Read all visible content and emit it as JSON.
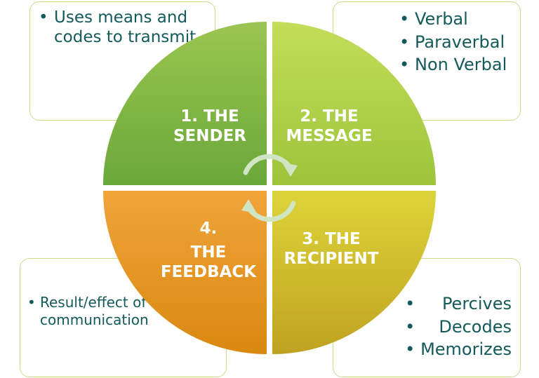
{
  "quadrants": {
    "sender": {
      "label_lines": [
        "1. THE",
        "SENDER"
      ],
      "color_top": "#9bc550",
      "color_bottom": "#6aa83a"
    },
    "message": {
      "label_lines": [
        "2. THE",
        "MESSAGE"
      ],
      "color_top": "#c4dd5a",
      "color_bottom": "#9cc43c"
    },
    "recipient": {
      "label_lines": [
        "3. THE",
        "RECIPIENT"
      ],
      "color_top": "#ddd43a",
      "color_bottom": "#c0a220"
    },
    "feedback": {
      "label_number": "4.",
      "label_lines": [
        "THE",
        "FEEDBACK"
      ],
      "color_top": "#f0a43a",
      "color_bottom": "#d98810"
    }
  },
  "boxes": {
    "sender": {
      "items": [
        "Uses means and codes to transmit"
      ]
    },
    "message": {
      "items": [
        "Verbal",
        "Paraverbal",
        "Non Verbal"
      ]
    },
    "feedback": {
      "items": [
        "Result/effect of the communication"
      ]
    },
    "recipient": {
      "items": [
        "Percives",
        "Decodes",
        "Memorizes"
      ]
    }
  },
  "colors": {
    "box_border": "#c9dc8c",
    "box_text": "#145a5a",
    "arrows": "#cfe5c3"
  },
  "icons": {
    "center": "circular-arrows-icon"
  }
}
